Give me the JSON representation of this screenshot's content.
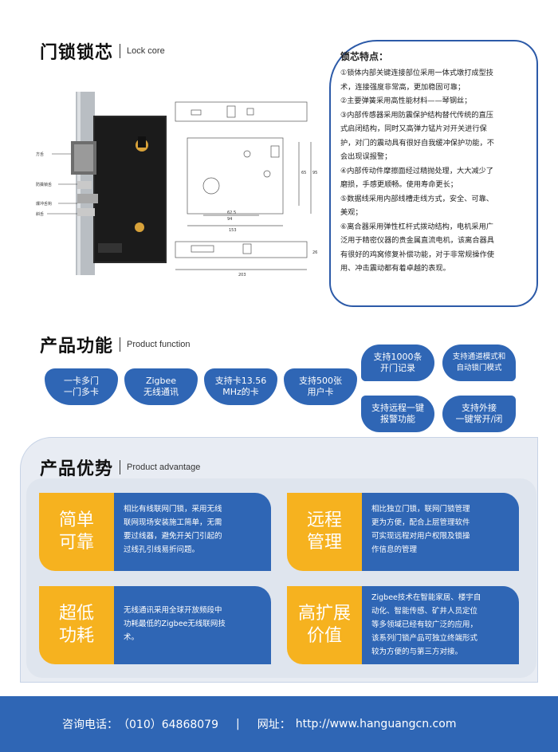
{
  "lock_core": {
    "title_cn": "门锁锁芯",
    "title_en": "Lock core",
    "labels": [
      "方舌",
      "防撬锁舌",
      "爆冲舌钩",
      "斜舌"
    ],
    "dims": [
      "62.5",
      "94",
      "153",
      "203",
      "65",
      "95",
      "26"
    ],
    "feature_title": "锁芯特点：",
    "features": [
      "①锁体内部关键连接部位采用一体式墩打成型技",
      "术，连接强度非常高，更加稳固可靠；",
      "②主要弹簧采用高性能材料——琴钢丝；",
      "③内部传感器采用防震保护结构替代传统的直压",
      "式启闭结构，同时又高弹力锰片对开关进行保",
      "护，对门的震动具有很好自我缓冲保护功能，不",
      "会出现误报警；",
      "④内部传动件摩擦面经过精抛处理，大大减少了",
      "磨损，手感更顺畅。使用寿命更长；",
      "⑤数据线采用内部线槽走线方式，安全、可靠、",
      "美观；",
      "⑥离合器采用弹性杠杆式拨动结构，电机采用广",
      "泛用于精密仪器的贵金属直流电机，该离合器具",
      "有很好的鸡窝修复补偿功能，对于非常规操作使",
      "用、冲击震动都有着卓越的表现。"
    ]
  },
  "function": {
    "title_cn": "产品功能",
    "title_en": "Product function",
    "pills": [
      [
        "一卡多门",
        "一门多卡"
      ],
      [
        "Zigbee",
        "无线通讯"
      ],
      [
        "支持卡13.56",
        "MHz的卡"
      ],
      [
        "支持500张",
        "用户卡"
      ],
      [
        "支持1000条",
        "开门记录"
      ],
      [
        "支持通道模式和",
        "自动锁门模式"
      ],
      [
        "支持远程一键",
        "报警功能"
      ],
      [
        "支持外接",
        "一键常开/闭"
      ]
    ]
  },
  "advantage": {
    "title_cn": "产品优势",
    "title_en": "Product advantage",
    "cards": [
      {
        "head": [
          "简单",
          "可靠"
        ],
        "body": [
          "相比有线联网门锁，采用无线",
          "联网现场安装施工简单，无需",
          "要过线器，避免开关门引起的",
          "过线孔引线易折问题。"
        ]
      },
      {
        "head": [
          "远程",
          "管理"
        ],
        "body": [
          "相比独立门锁，联网门锁管理",
          "更为方便，配合上层管理软件",
          "可实现远程对用户权限及锁操",
          "作信息的管理"
        ]
      },
      {
        "head": [
          "超低",
          "功耗"
        ],
        "body": [
          "无线通讯采用全球开放频段中",
          "功耗最低的Zigbee无线联网技",
          "术。"
        ]
      },
      {
        "head": [
          "高扩展",
          "价值"
        ],
        "body": [
          "Zigbee技术在智能家居、楼宇自",
          "动化、智能传感、矿井人员定位",
          "等多领域已经有较广泛的应用，",
          "该系列门锁产品可独立终端形式",
          "较为方便的与第三方对接。"
        ]
      }
    ]
  },
  "footer": {
    "phone_label": "咨询电话：",
    "phone": "（010）64868079",
    "sep": "|",
    "site_label": "网址：",
    "site": "http://www.hanguangcn.com"
  }
}
